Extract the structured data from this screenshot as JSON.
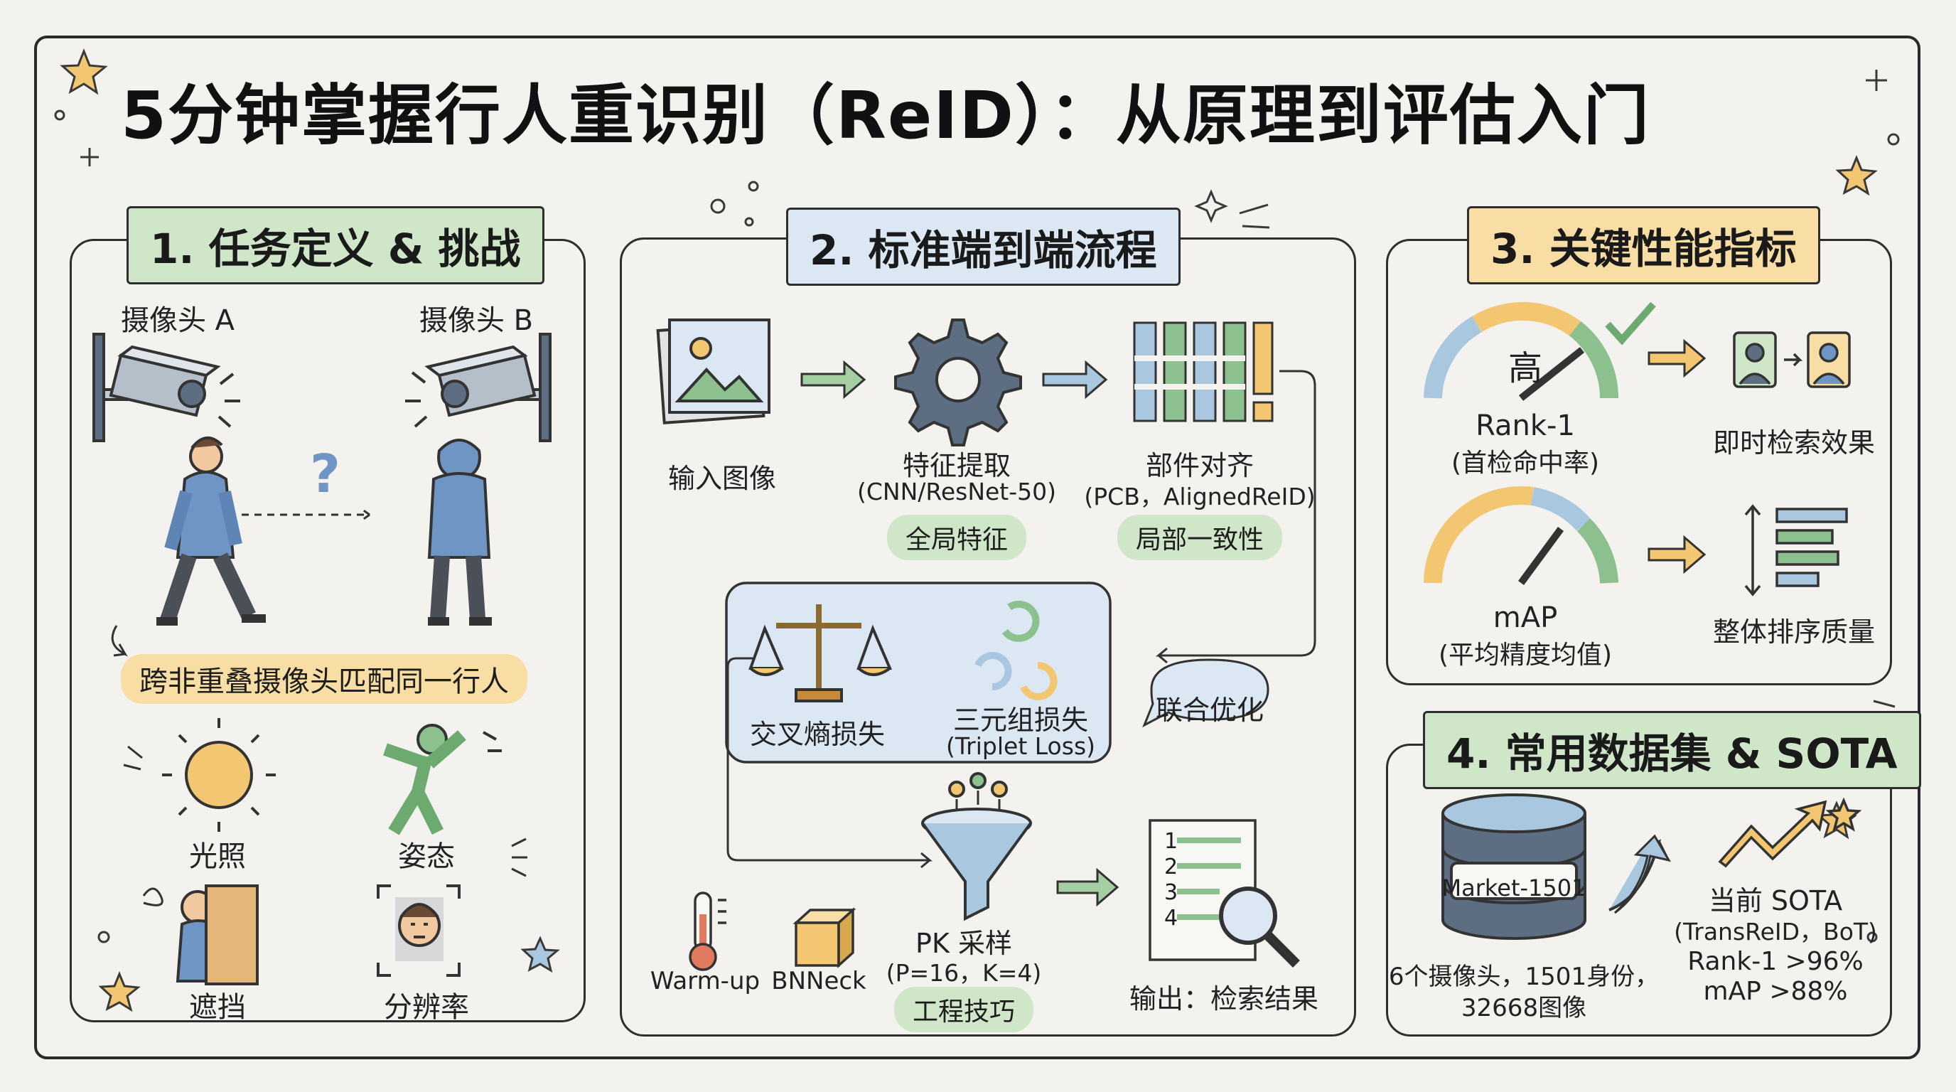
{
  "title": "5分钟掌握行人重识别（ReID）：从原理到评估入门",
  "sections": {
    "task": {
      "title": "1. 任务定义 & 挑战",
      "camera_a": "摄像头 A",
      "camera_b": "摄像头 B",
      "question_mark": "?",
      "definition": "跨非重叠摄像头匹配同一行人",
      "challenges": [
        "光照",
        "姿态",
        "遮挡",
        "分辨率"
      ]
    },
    "pipeline": {
      "title": "2. 标准端到端流程",
      "input": "输入图像",
      "feature_extract": "特征提取",
      "feature_extract_sub": "(CNN/ResNet-50)",
      "global_tag": "全局特征",
      "part_align": "部件对齐",
      "part_align_sub": "(PCB，AlignedReID)",
      "local_tag": "局部一致性",
      "ce_loss": "交叉熵损失",
      "triplet_loss": "三元组损失",
      "triplet_loss_sub": "(Triplet Loss)",
      "joint_opt": "联合优化",
      "warmup": "Warm-up",
      "bnneck": "BNNeck",
      "pk_sampling": "PK 采样",
      "pk_sampling_sub": "(P=16，K=4)",
      "tricks_tag": "工程技巧",
      "output": "输出：检索结果",
      "rank_numbers": [
        "1",
        "2",
        "3",
        "4"
      ]
    },
    "metrics": {
      "title": "3. 关键性能指标",
      "gauge_high": "高",
      "rank1": "Rank-1",
      "rank1_sub": "(首检命中率)",
      "rank1_effect": "即时检索效果",
      "map": "mAP",
      "map_sub": "(平均精度均值)",
      "map_effect": "整体排序质量"
    },
    "datasets": {
      "title": "4. 常用数据集 & SOTA",
      "dataset_name": "Market-1501",
      "dataset_desc_1": "6个摄像头，1501身份，",
      "dataset_desc_2": "32668图像",
      "sota_title": "当前 SOTA",
      "sota_methods": "(TransReID，BoT)",
      "sota_rank1": "Rank-1 >96%",
      "sota_map": "mAP >88%"
    }
  },
  "colors": {
    "green": "#8cc08e",
    "blue": "#a9c8e0",
    "yellow": "#f3c771",
    "light_green": "#cfe6c8",
    "light_blue": "#dbe8f3",
    "light_yellow": "#f8dea4",
    "slate": "#5d6e82"
  }
}
